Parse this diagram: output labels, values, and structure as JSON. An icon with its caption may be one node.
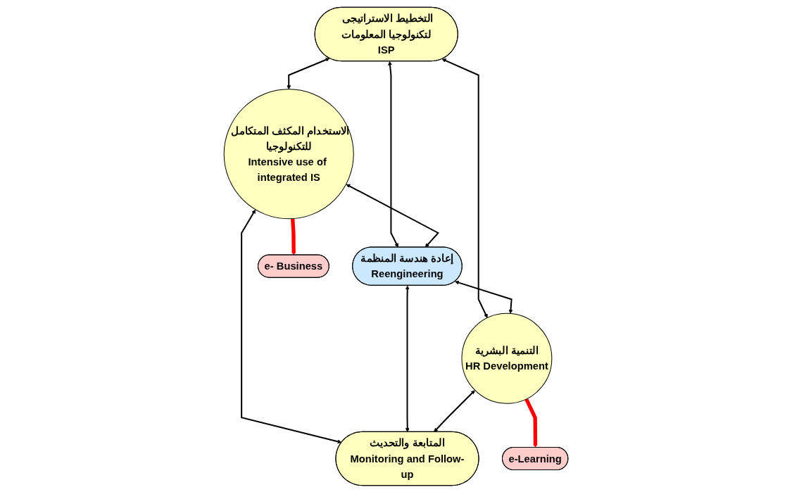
{
  "diagram": {
    "nodes": [
      {
        "text": [
          "التخطيط الاستراتيجى لتكنولوجيا المعلومات",
          "ISP"
        ]
      },
      {
        "text": [
          "الاستخدام المكثف المتكامل للتكنولوجيا",
          "Intensive use of integrated IS"
        ]
      },
      {
        "text": [
          "إعادة هندسة المنظمة",
          "Reengineering"
        ]
      },
      {
        "text": [
          "التنمية البشرية",
          "HR Development"
        ]
      },
      {
        "text": [
          "المتابعة والتحديث",
          "Monitoring and Follow-up"
        ]
      },
      {
        "text": [
          "e- Business"
        ]
      },
      {
        "text": [
          "e-Learning"
        ]
      }
    ],
    "edges": [
      {
        "from": 0,
        "to": 1,
        "arrow": "both"
      },
      {
        "from": 0,
        "to": 2,
        "arrow": "both"
      },
      {
        "from": 0,
        "to": 3,
        "arrow": "both"
      },
      {
        "from": 1,
        "to": 2,
        "arrow": "both"
      },
      {
        "from": 2,
        "to": 3,
        "arrow": "both"
      },
      {
        "from": 1,
        "to": 4,
        "arrow": "both"
      },
      {
        "from": 2,
        "to": 4,
        "arrow": "both"
      },
      {
        "from": 3,
        "to": 4,
        "arrow": "both"
      },
      {
        "from": 1,
        "to": 5,
        "arrow": "to",
        "style": "thick",
        "color": "#ff0000"
      },
      {
        "from": 3,
        "to": 6,
        "arrow": "to",
        "style": "thick",
        "color": "#ff0000"
      }
    ]
  }
}
